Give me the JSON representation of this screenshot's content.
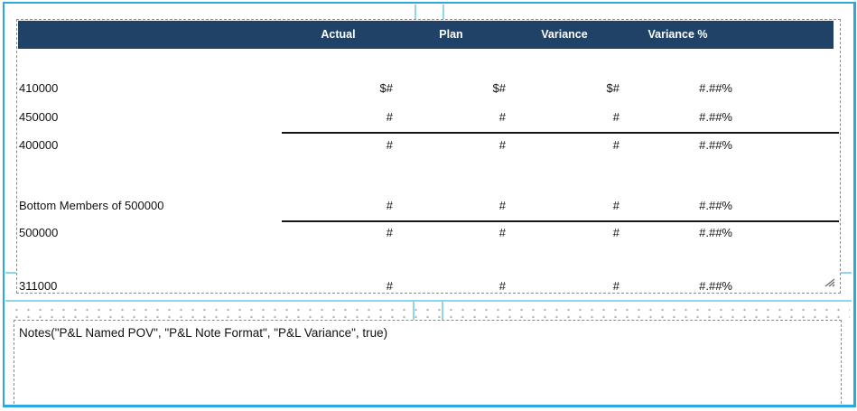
{
  "header": {
    "columns": [
      "Actual",
      "Plan",
      "Variance",
      "Variance %"
    ]
  },
  "grid": {
    "rows": [
      {
        "label": "410000",
        "values": [
          "$#",
          "$#",
          "$#",
          "#.##%"
        ]
      },
      {
        "label": "450000",
        "values": [
          "#",
          "#",
          "#",
          "#.##%"
        ]
      },
      {
        "label": "400000",
        "values": [
          "#",
          "#",
          "#",
          "#.##%"
        ]
      },
      {
        "label": "Bottom Members of 500000",
        "values": [
          "#",
          "#",
          "#",
          "#.##%"
        ]
      },
      {
        "label": "500000",
        "values": [
          "#",
          "#",
          "#",
          "#.##%"
        ]
      },
      {
        "label": "311000",
        "values": [
          "#",
          "#",
          "#",
          "#.##%"
        ]
      }
    ]
  },
  "notes": {
    "text": "Notes(\"P&L Named POV\", \"P&L Note Format\", \"P&L Variance\", true)"
  },
  "colors": {
    "canvas_border": "#2BA8E0",
    "guide": "#8ED5F0",
    "header_bg": "#1F4266",
    "header_text": "#FFFFFF",
    "dashed_border": "#8A8A8A",
    "sum_line": "#161616"
  }
}
